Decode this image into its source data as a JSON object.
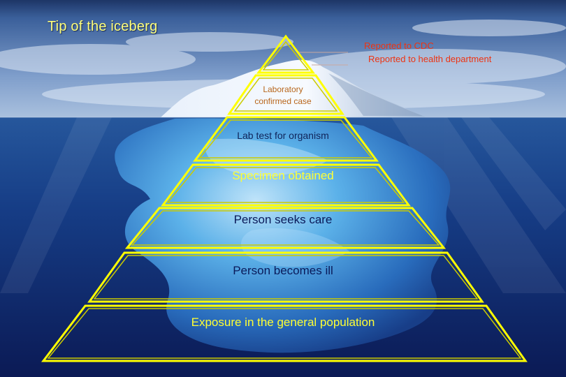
{
  "title": "Tip of the iceberg",
  "notes": {
    "reported_cdc": "Reported to CDC",
    "reported_health": "Reported to health department"
  },
  "levels": [
    {
      "label": "Laboratory confirmed case"
    },
    {
      "label": "Lab test for organism"
    },
    {
      "label": "Specimen obtained"
    },
    {
      "label": "Person seeks care"
    },
    {
      "label": "Person becomes ill"
    },
    {
      "label": "Exposure in the general population"
    }
  ],
  "colors": {
    "pyramid_outline": "#ffff00",
    "title": "#ffff7a",
    "annotation": "#ee3311",
    "sky": "#6f8fc0",
    "water": "#0b1a55"
  }
}
